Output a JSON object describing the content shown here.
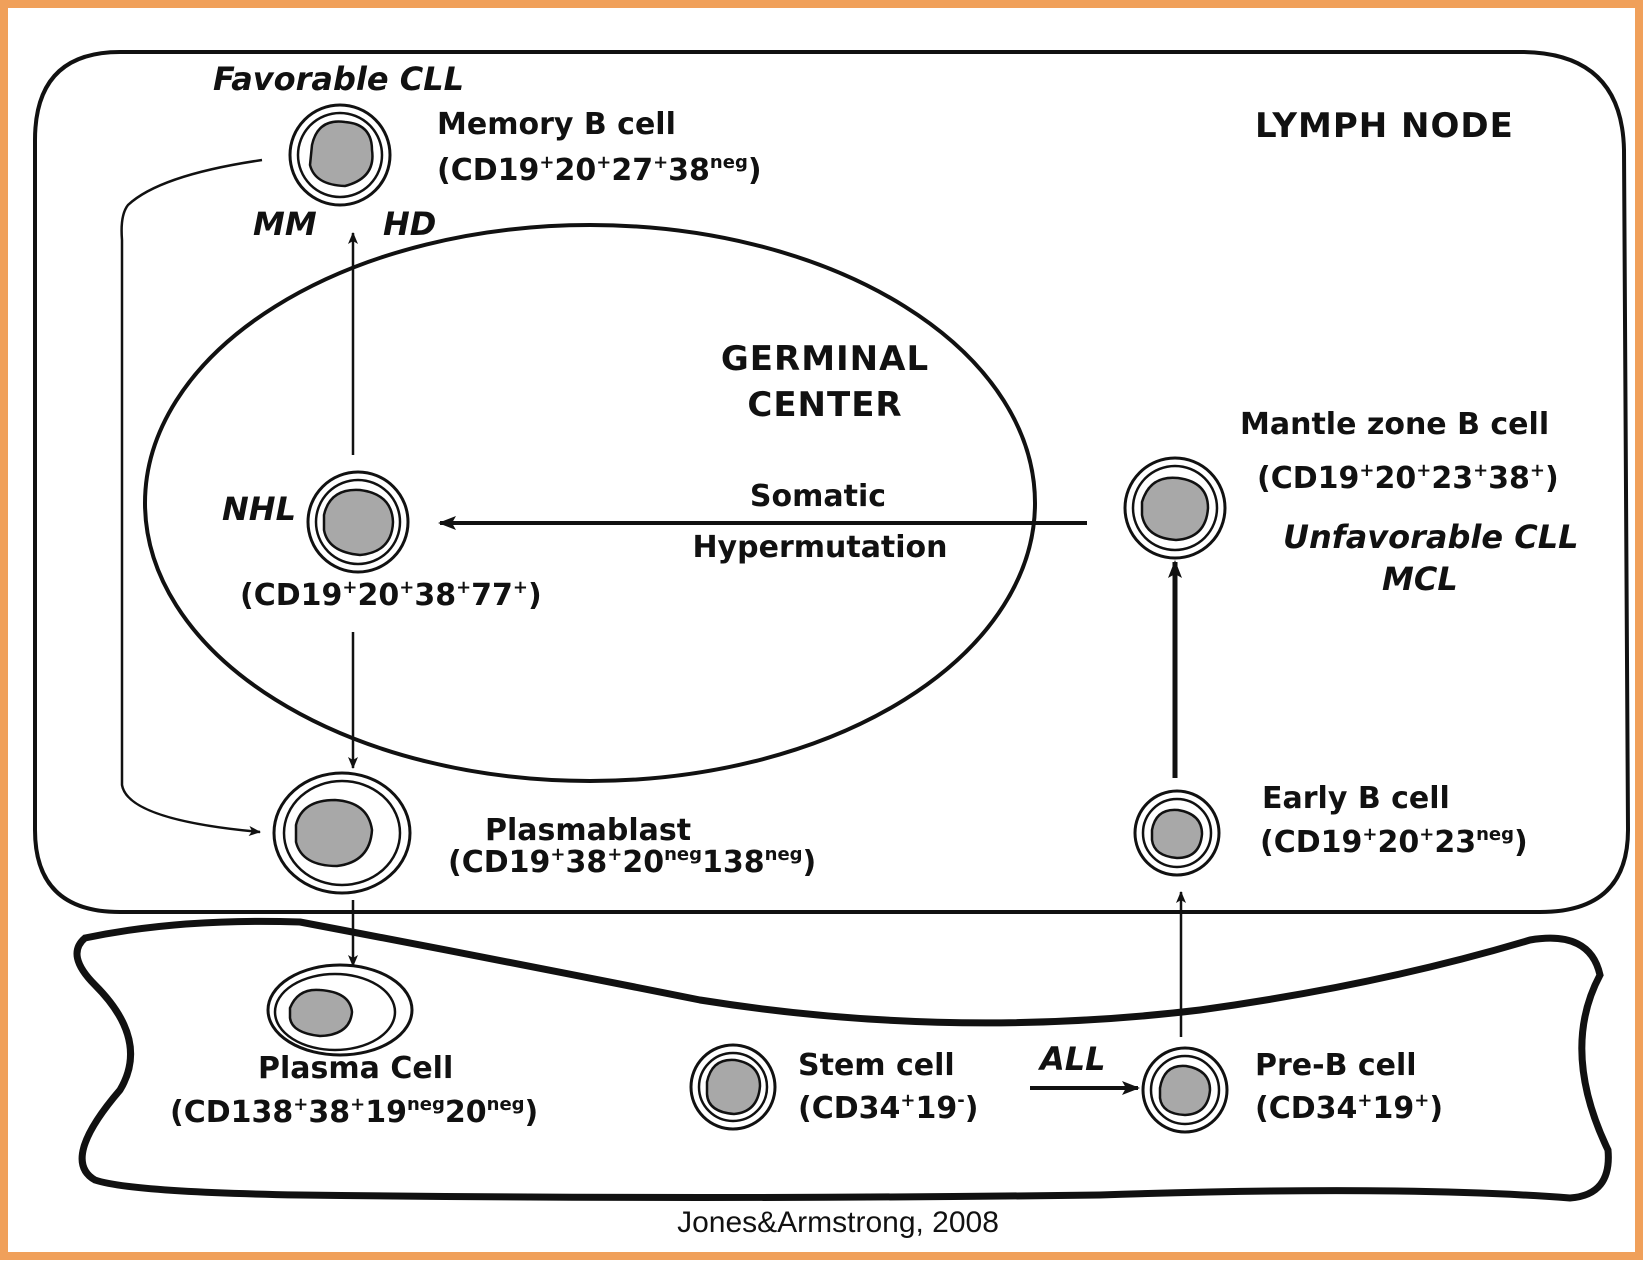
{
  "colors": {
    "frame": "#f0a05a",
    "cell_fill": "#a8a8a8",
    "line": "#111111"
  },
  "regions": {
    "lymph_node": "LYMPH NODE",
    "germinal_center_line1": "GERMINAL",
    "germinal_center_line2": "CENTER"
  },
  "process": {
    "line1": "Somatic",
    "line2": "Hypermutation"
  },
  "cells": {
    "memory": {
      "name": "Memory B cell",
      "markers": [
        [
          "(CD19",
          ""
        ],
        [
          "+",
          "sup"
        ],
        [
          "20",
          ""
        ],
        [
          "+",
          "sup"
        ],
        [
          "27",
          ""
        ],
        [
          "+",
          "sup"
        ],
        [
          "38",
          ""
        ],
        [
          "neg",
          "sup"
        ],
        [
          ")",
          ""
        ]
      ]
    },
    "germinal": {
      "markers": [
        [
          "(CD19",
          ""
        ],
        [
          "+",
          "sup"
        ],
        [
          "20",
          ""
        ],
        [
          "+",
          "sup"
        ],
        [
          "38",
          ""
        ],
        [
          "+",
          "sup"
        ],
        [
          "77",
          ""
        ],
        [
          "+",
          "sup"
        ],
        [
          ")",
          ""
        ]
      ]
    },
    "mantle": {
      "name": "Mantle zone B cell",
      "markers": [
        [
          "(CD19",
          ""
        ],
        [
          "+",
          "sup"
        ],
        [
          "20",
          ""
        ],
        [
          "+",
          "sup"
        ],
        [
          "23",
          ""
        ],
        [
          "+",
          "sup"
        ],
        [
          "38",
          ""
        ],
        [
          "+",
          "sup"
        ],
        [
          ")",
          ""
        ]
      ]
    },
    "plasmablast": {
      "name": "Plasmablast",
      "markers": [
        [
          "(CD19",
          ""
        ],
        [
          "+",
          "sup"
        ],
        [
          "38",
          ""
        ],
        [
          "+",
          "sup"
        ],
        [
          "20",
          ""
        ],
        [
          "neg",
          "sup"
        ],
        [
          "138",
          ""
        ],
        [
          "neg",
          "sup"
        ],
        [
          ")",
          ""
        ]
      ]
    },
    "early_b": {
      "name": "Early B cell",
      "markers": [
        [
          "(CD19",
          ""
        ],
        [
          "+",
          "sup"
        ],
        [
          "20",
          ""
        ],
        [
          "+",
          "sup"
        ],
        [
          "23",
          ""
        ],
        [
          "neg",
          "sup"
        ],
        [
          ")",
          ""
        ]
      ]
    },
    "plasma": {
      "name": "Plasma Cell",
      "markers": [
        [
          "(CD138",
          ""
        ],
        [
          "+",
          "sup"
        ],
        [
          "38",
          ""
        ],
        [
          "+",
          "sup"
        ],
        [
          "19",
          ""
        ],
        [
          "neg",
          "sup"
        ],
        [
          "20",
          ""
        ],
        [
          "neg",
          "sup"
        ],
        [
          ")",
          ""
        ]
      ]
    },
    "stem": {
      "name": "Stem cell",
      "markers": [
        [
          "(CD34",
          ""
        ],
        [
          "+",
          "sup"
        ],
        [
          "19",
          ""
        ],
        [
          "-",
          "sup"
        ],
        [
          ")",
          ""
        ]
      ]
    },
    "pre_b": {
      "name": "Pre-B cell",
      "markers": [
        [
          "(CD34",
          ""
        ],
        [
          "+",
          "sup"
        ],
        [
          "19",
          ""
        ],
        [
          "+",
          "sup"
        ],
        [
          ")",
          ""
        ]
      ]
    }
  },
  "diseases": {
    "favorable_cll": "Favorable CLL",
    "mm": "MM",
    "hd": "HD",
    "nhl": "NHL",
    "unfavorable_cll": "Unfavorable CLL",
    "mcl": "MCL",
    "all": "ALL"
  },
  "citation": "Jones&Armstrong, 2008"
}
